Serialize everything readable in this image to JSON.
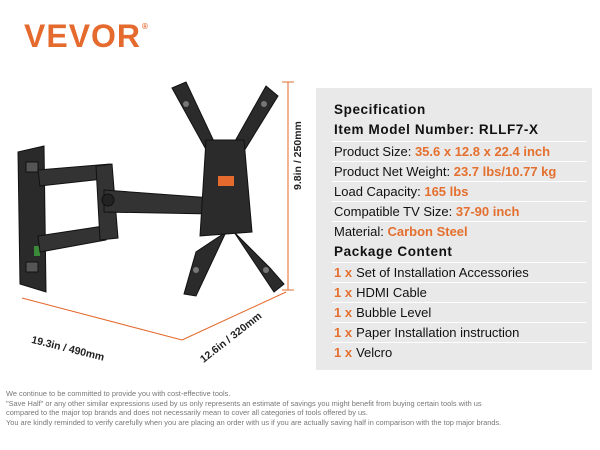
{
  "brand": {
    "name": "VEVOR",
    "mark": "®"
  },
  "dimensions": {
    "height": "9.8in / 250mm",
    "width": "19.3in / 490mm",
    "depth": "12.6in / 320mm"
  },
  "spec": {
    "title": "Specification",
    "model": "Item Model Number: RLLF7-X",
    "size_label": "Product Size: ",
    "size_value": "35.6 x 12.8 x 22.4 inch",
    "weight_label": "Product Net Weight: ",
    "weight_value": "23.7 lbs/10.77 kg",
    "load_label": "Load Capacity: ",
    "load_value": "165 lbs",
    "tv_label": "Compatible TV Size: ",
    "tv_value": "37-90 inch",
    "material_label": "Material: ",
    "material_value": "Carbon Steel",
    "package_title": "Package Content",
    "package_items": [
      {
        "qty": "1 x",
        "item": "Set of Installation Accessories"
      },
      {
        "qty": "1 x",
        "item": "HDMI Cable"
      },
      {
        "qty": "1 x",
        "item": "Bubble Level"
      },
      {
        "qty": "1 x",
        "item": "Paper Installation instruction"
      },
      {
        "qty": "1 x",
        "item": "Velcro"
      }
    ]
  },
  "disclaimer": [
    "We continue to be committed to provide you with cost-effective tools.",
    "\"Save Half\" or any other similar expressions used by us only represents an estimate of savings you might benefit from buying certain tools with us",
    "compared to the major top brands and does not necessarily mean to cover all categories of tools offered by us.",
    "You are kindly reminded to verify carefully when you are placing an order with us if you are actually saving half in comparison with the top major brands."
  ],
  "colors": {
    "accent": "#e4702f",
    "panel": "#e9e9e9",
    "product": "#2b2b2b"
  }
}
